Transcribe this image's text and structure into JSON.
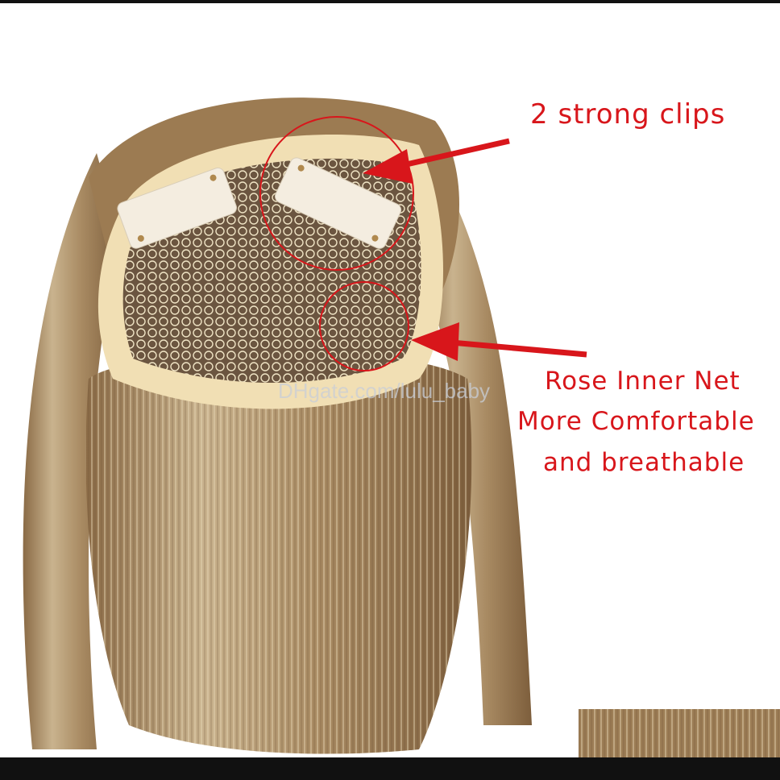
{
  "callouts": {
    "clips": "2 strong clips",
    "net_line1": "Rose Inner Net",
    "net_line2": "More Comfortable",
    "net_line3": "and breathable"
  },
  "watermark": "DHgate.com/lulu_baby",
  "colors": {
    "callout_red": "#d8161b",
    "hair": "#b89a70",
    "cap": "#f1dfb4"
  }
}
